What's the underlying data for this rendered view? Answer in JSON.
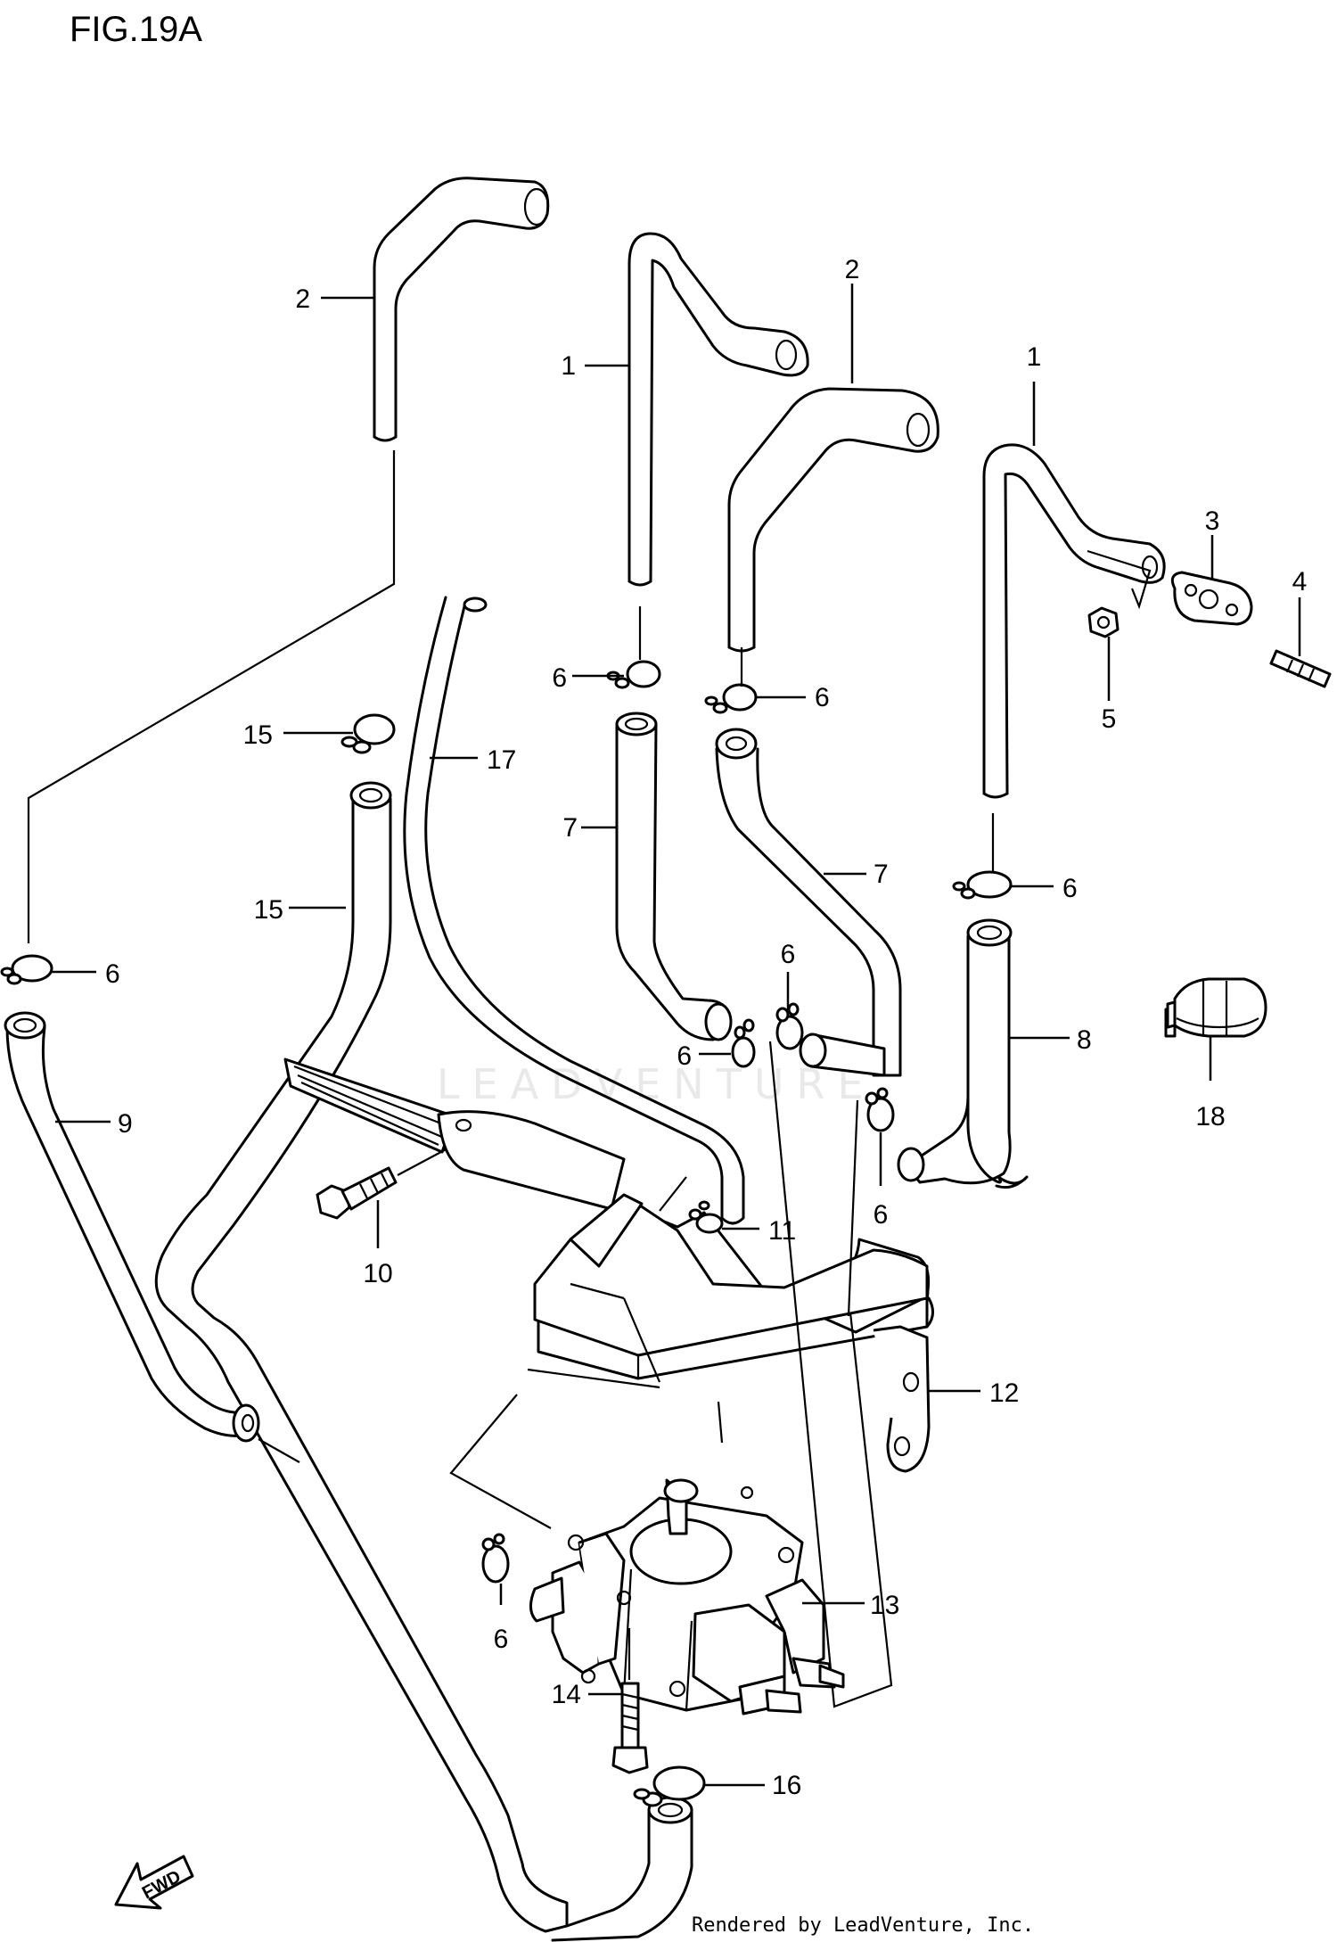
{
  "figure": {
    "title": "FIG.19A",
    "credit": "Rendered by LeadVenture, Inc.",
    "watermark": "LEADVENTURE",
    "direction_label": "FWD"
  },
  "callouts": [
    {
      "id": "c1a",
      "label": "1"
    },
    {
      "id": "c1b",
      "label": "1"
    },
    {
      "id": "c2a",
      "label": "2"
    },
    {
      "id": "c2b",
      "label": "2"
    },
    {
      "id": "c3",
      "label": "3"
    },
    {
      "id": "c4",
      "label": "4"
    },
    {
      "id": "c5",
      "label": "5"
    },
    {
      "id": "c6a",
      "label": "6"
    },
    {
      "id": "c6b",
      "label": "6"
    },
    {
      "id": "c6c",
      "label": "6"
    },
    {
      "id": "c6d",
      "label": "6"
    },
    {
      "id": "c6e",
      "label": "6"
    },
    {
      "id": "c6f",
      "label": "6"
    },
    {
      "id": "c6g",
      "label": "6"
    },
    {
      "id": "c6h",
      "label": "6"
    },
    {
      "id": "c7a",
      "label": "7"
    },
    {
      "id": "c7b",
      "label": "7"
    },
    {
      "id": "c8",
      "label": "8"
    },
    {
      "id": "c9",
      "label": "9"
    },
    {
      "id": "c10",
      "label": "10"
    },
    {
      "id": "c11",
      "label": "11"
    },
    {
      "id": "c12",
      "label": "12"
    },
    {
      "id": "c13",
      "label": "13"
    },
    {
      "id": "c14",
      "label": "14"
    },
    {
      "id": "c15a",
      "label": "15"
    },
    {
      "id": "c15b",
      "label": "15"
    },
    {
      "id": "c16",
      "label": "16"
    },
    {
      "id": "c17",
      "label": "17"
    },
    {
      "id": "c18",
      "label": "18"
    }
  ]
}
